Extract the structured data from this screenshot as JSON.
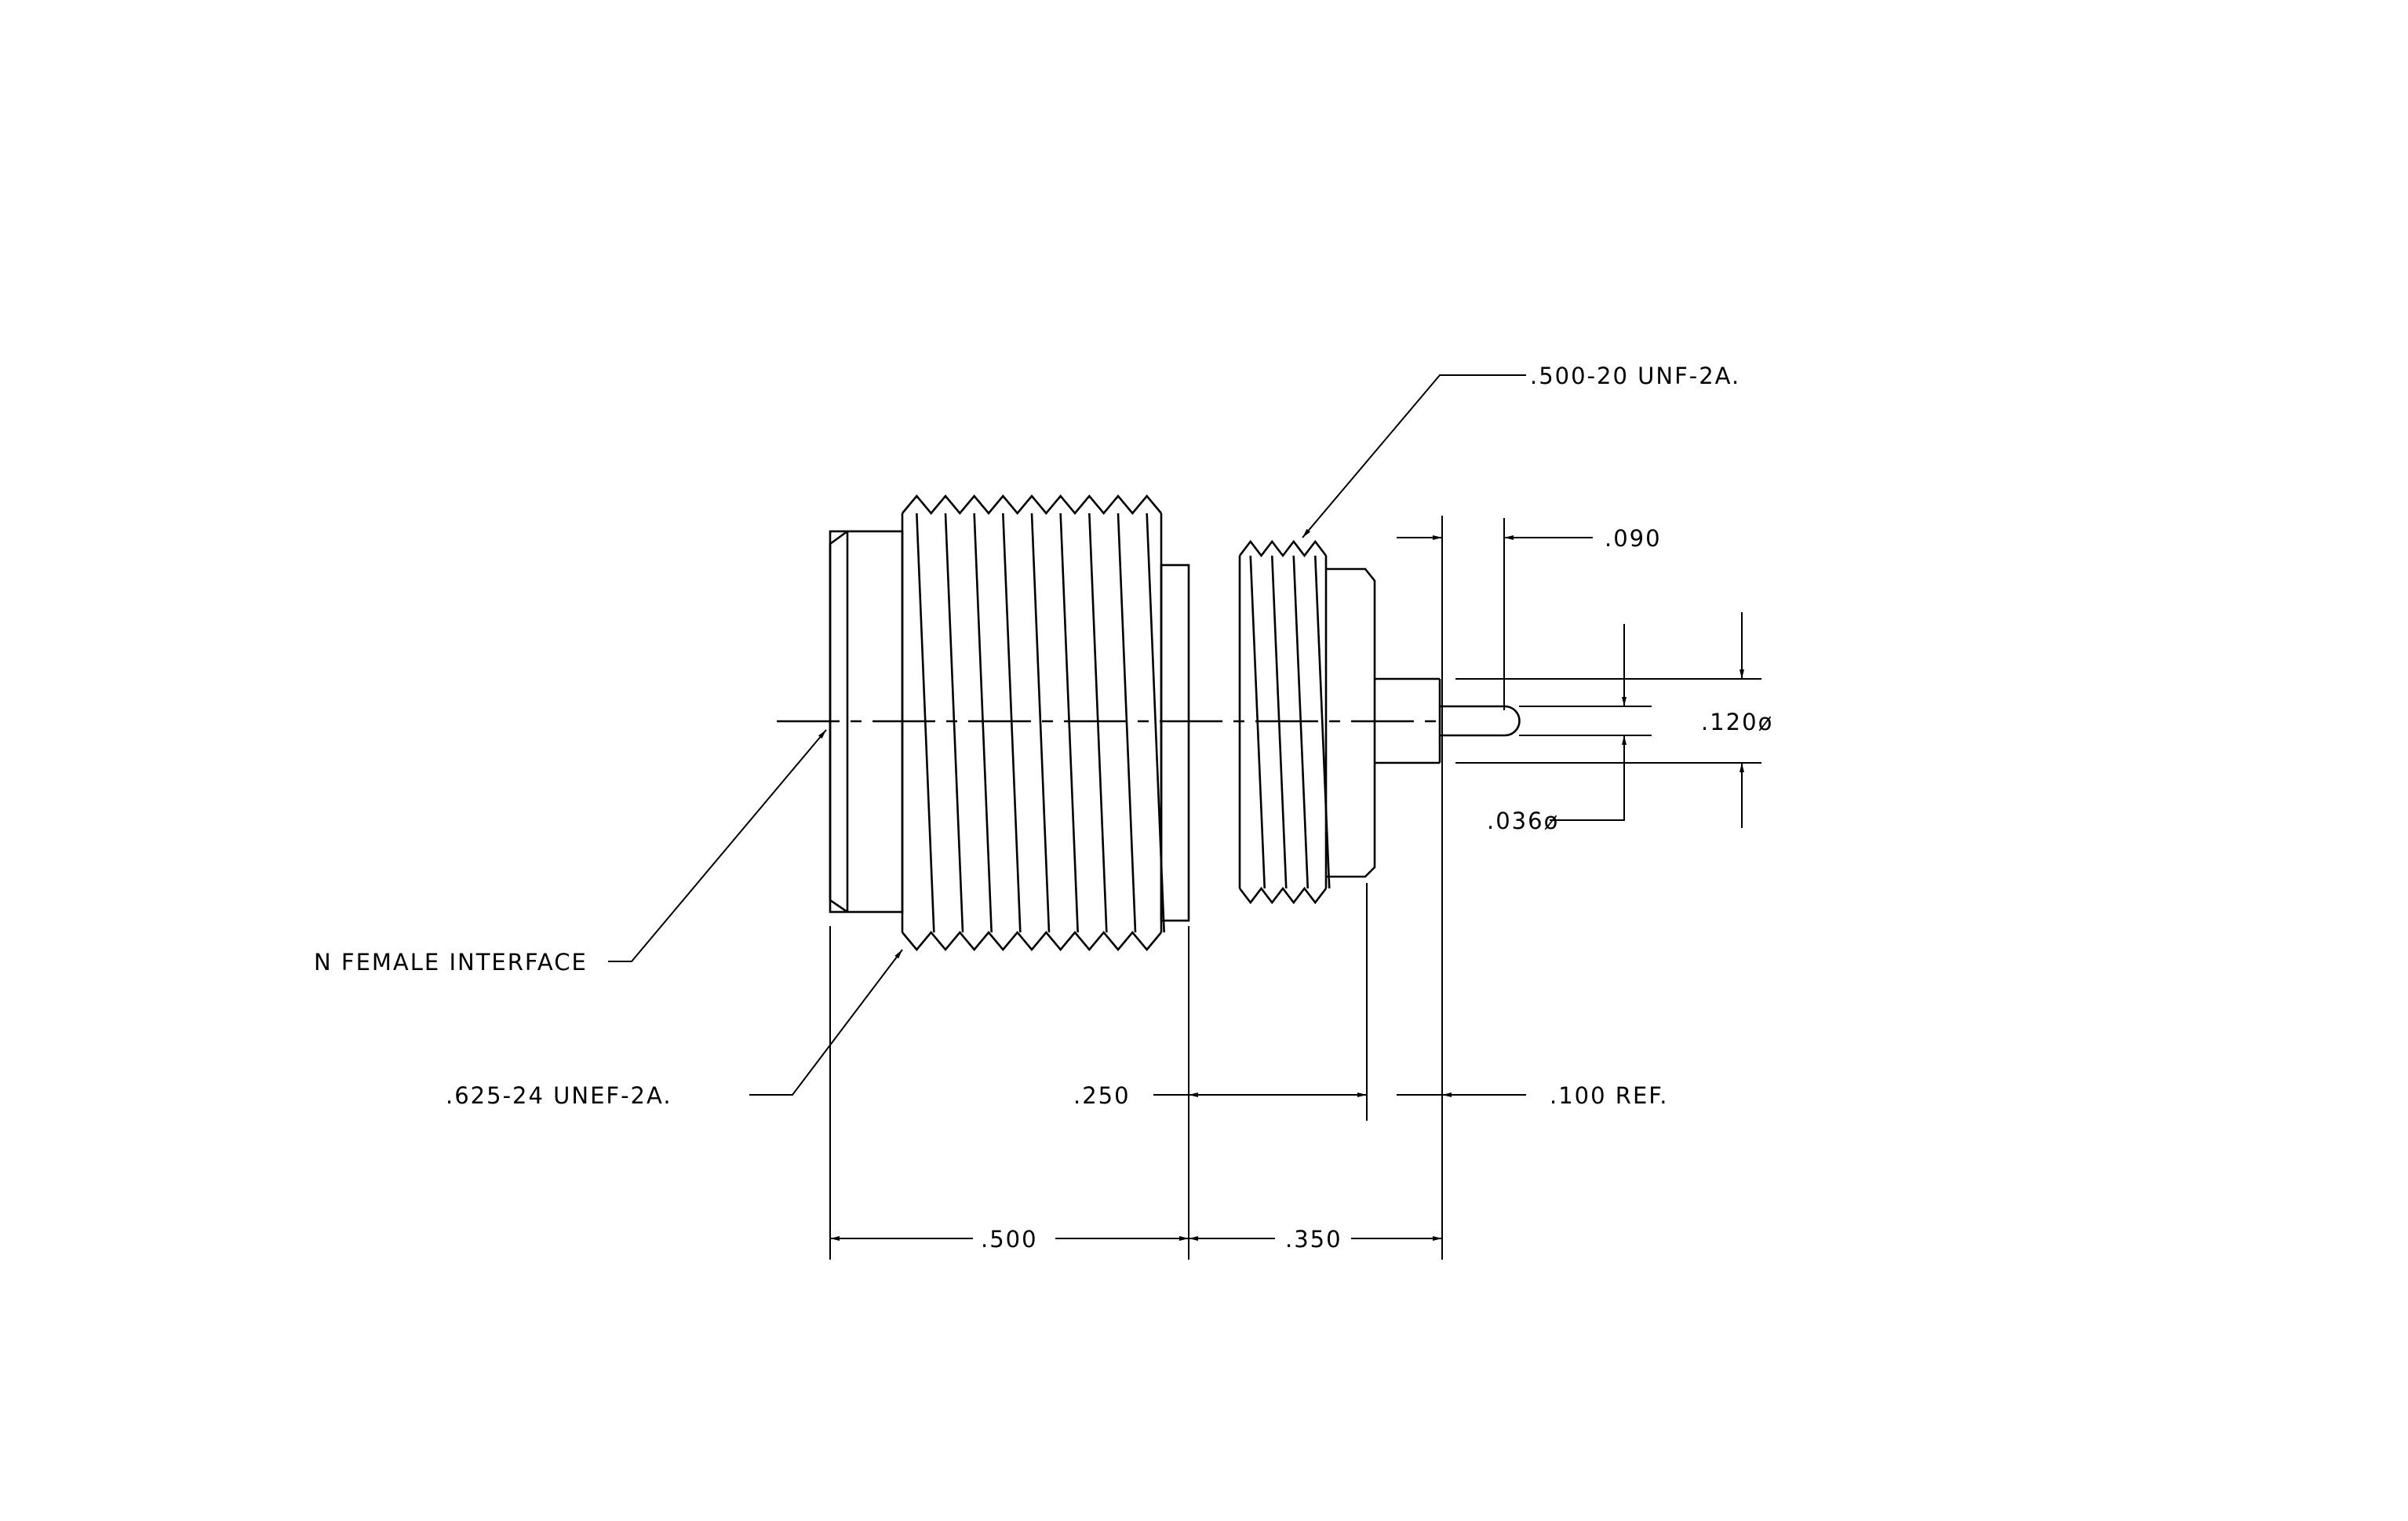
{
  "drawing": {
    "callouts": {
      "thread_rear": ".500-20 UNF-2A.",
      "thread_front": ".625-24 UNEF-2A.",
      "interface": "N FEMALE INTERFACE"
    },
    "dimensions": {
      "pin_tip": ".090",
      "outer_dia": ".120ø",
      "pin_dia": ".036ø",
      "rear_length": ".250",
      "pin_ref": ".100 REF.",
      "front_length": ".500",
      "mid_length": ".350"
    }
  }
}
